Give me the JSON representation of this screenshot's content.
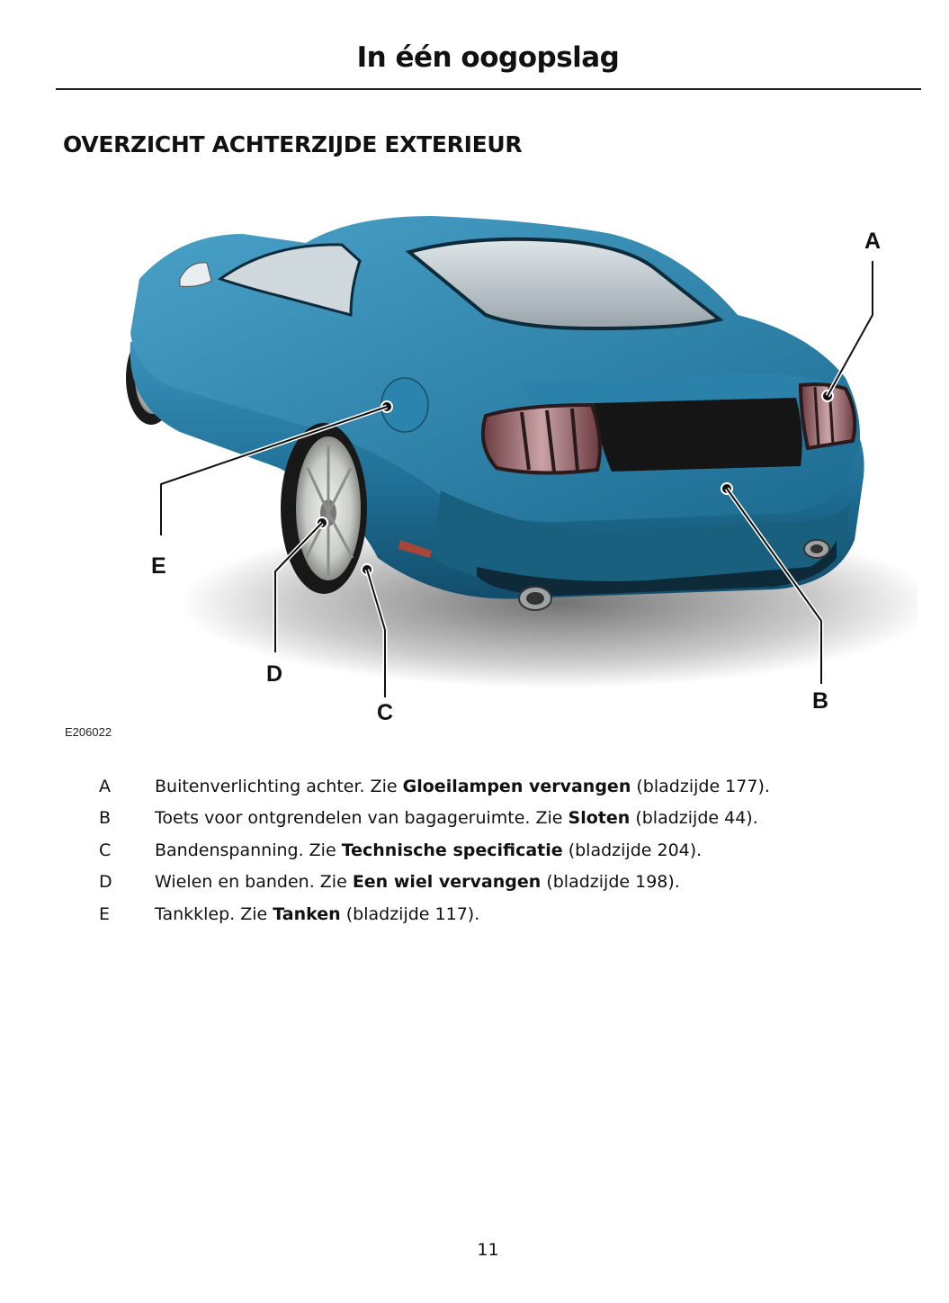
{
  "header": {
    "title": "In één oogopslag"
  },
  "section": {
    "title": "OVERZICHT ACHTERZIJDE EXTERIEUR"
  },
  "figure": {
    "code": "E206022",
    "callouts": {
      "a": "A",
      "b": "B",
      "c": "C",
      "d": "D",
      "e": "E"
    },
    "car_color": "#1f6f96"
  },
  "legend": [
    {
      "key": "A",
      "text": "Buitenverlichting achter.  Zie ",
      "link": "Gloeilampen vervangen",
      "page": " (bladzijde 177)."
    },
    {
      "key": "B",
      "text": "Toets voor ontgrendelen van bagageruimte.  Zie ",
      "link": "Sloten",
      "page": " (bladzijde 44)."
    },
    {
      "key": "C",
      "text": "Bandenspanning.  Zie ",
      "link": "Technische specificatie",
      "page": " (bladzijde 204)."
    },
    {
      "key": "D",
      "text": "Wielen en banden.  Zie ",
      "link": "Een wiel vervangen",
      "page": " (bladzijde 198)."
    },
    {
      "key": "E",
      "text": "Tankklep.  Zie ",
      "link": "Tanken",
      "page": " (bladzijde 117)."
    }
  ],
  "footer": {
    "page_number": "11"
  }
}
